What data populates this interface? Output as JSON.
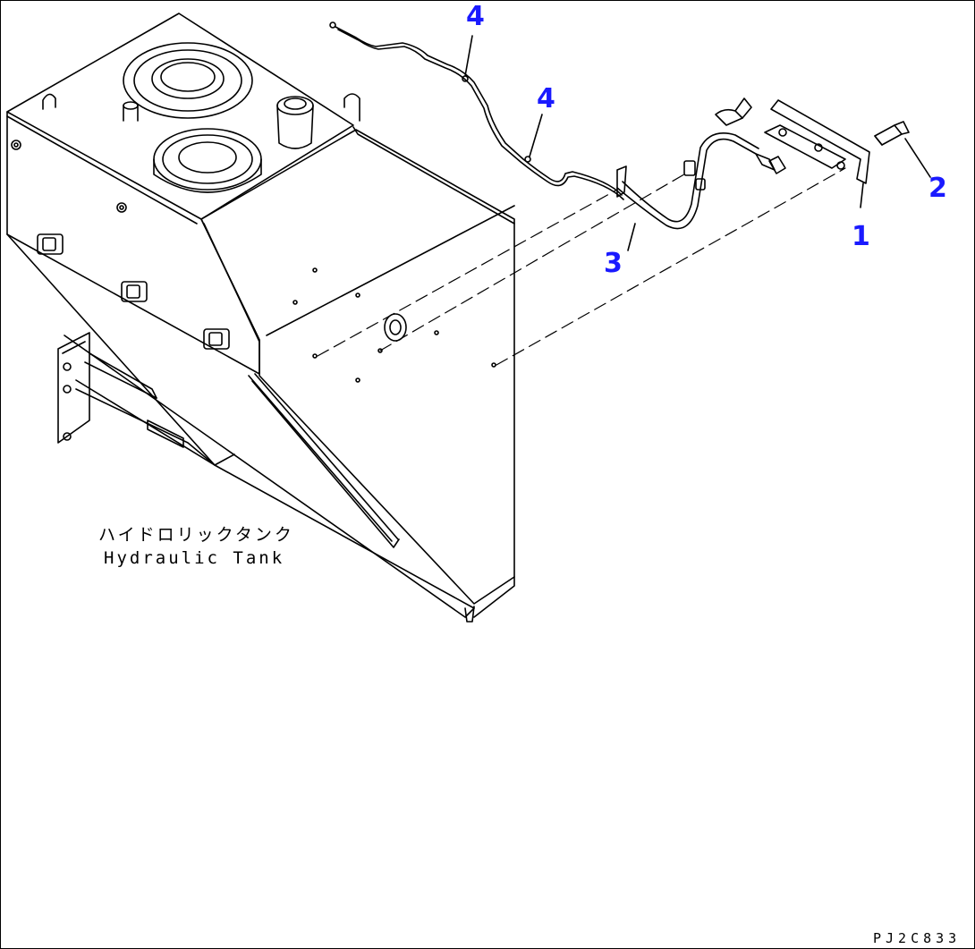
{
  "callouts": [
    {
      "id": "c1",
      "text": "1"
    },
    {
      "id": "c2",
      "text": "2"
    },
    {
      "id": "c3",
      "text": "3"
    },
    {
      "id": "c4a",
      "text": "4"
    },
    {
      "id": "c4b",
      "text": "4"
    }
  ],
  "labels": {
    "tank_jp": "ハイドロリックタンク",
    "tank_en": "Hydraulic Tank"
  },
  "drawing_code": "PJ2C833",
  "colors": {
    "callout": "#1a1aff",
    "line": "#000000",
    "background": "#ffffff"
  }
}
